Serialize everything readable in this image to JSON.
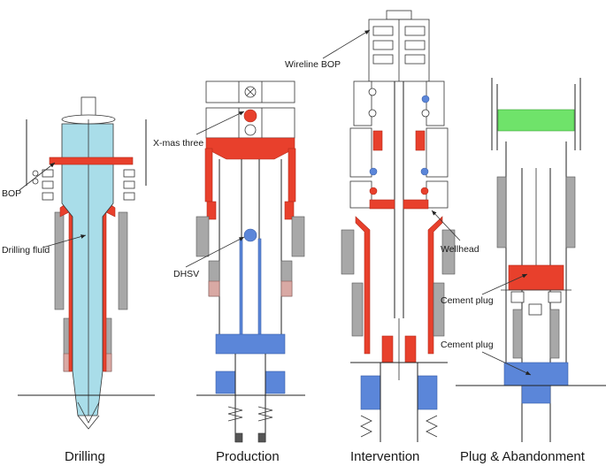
{
  "panels": [
    {
      "caption": "Drilling"
    },
    {
      "caption": "Production"
    },
    {
      "caption": "Intervention"
    },
    {
      "caption": "Plug & Abandonment"
    }
  ],
  "labels": {
    "bop": "BOP",
    "drilling_fluid": "Drilling fluid",
    "xmas_tree": "X-mas three",
    "dhsv": "DHSV",
    "wireline_bop": "Wireline BOP",
    "wellhead": "Wellhead",
    "cement_plug_upper": "Cement plug",
    "cement_plug_lower": "Cement plug"
  },
  "colors": {
    "steel_red": "#e8402c",
    "fluid_cyan": "#a9dde9",
    "production_blue": "#5b86d9",
    "formation_grey": "#a8a8a8",
    "plug_green": "#6fe36a"
  }
}
